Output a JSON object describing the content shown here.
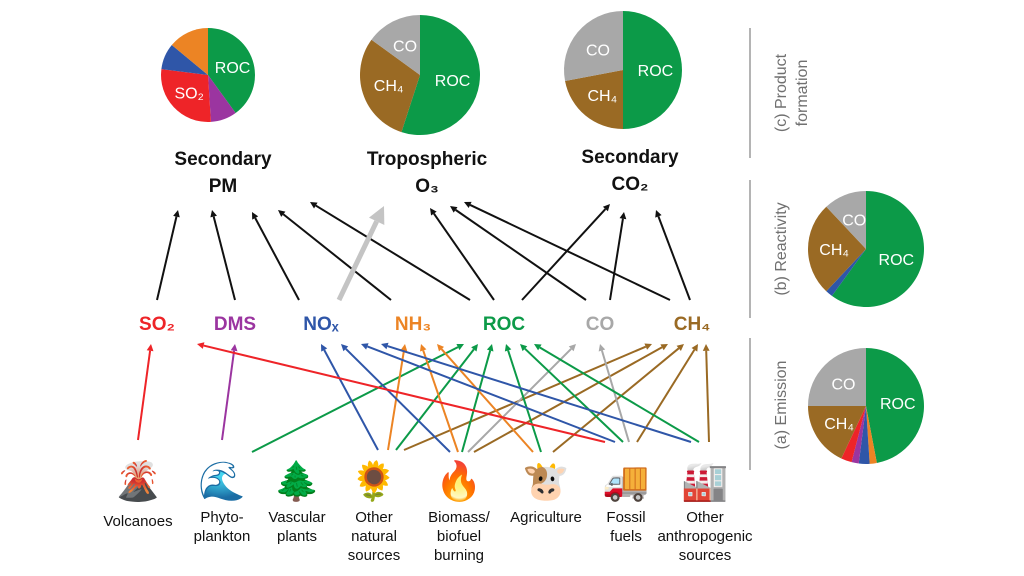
{
  "colors": {
    "roc": "#0c9a48",
    "co": "#a8a8a8",
    "ch4": "#9a6a24",
    "so2": "#ee2428",
    "dms": "#9b35a0",
    "nox": "#2f56a8",
    "nh3": "#ec8424",
    "arrow": "#111111",
    "faded_arrow": "#c4c4c4",
    "divider": "#b4b4b4",
    "panel_label": "#707070"
  },
  "products": [
    {
      "id": "pm",
      "title_line1": "Secondary",
      "title_line2": "PM",
      "pie": {
        "slices": [
          {
            "key": "roc",
            "label": "ROC",
            "value": 40
          },
          {
            "key": "dms",
            "label": "",
            "value": 9
          },
          {
            "key": "so2",
            "label": "SO₂",
            "value": 28
          },
          {
            "key": "nox",
            "label": "",
            "value": 9
          },
          {
            "key": "nh3",
            "label": "",
            "value": 14
          }
        ]
      }
    },
    {
      "id": "o3",
      "title_line1": "Tropospheric",
      "title_line2": "O₃",
      "pie": {
        "slices": [
          {
            "key": "roc",
            "label": "ROC",
            "value": 55
          },
          {
            "key": "ch4",
            "label": "CH₄",
            "value": 30
          },
          {
            "key": "co",
            "label": "CO",
            "value": 15
          }
        ]
      }
    },
    {
      "id": "co2",
      "title_line1": "Secondary",
      "title_line2": "CO₂",
      "pie": {
        "slices": [
          {
            "key": "roc",
            "label": "ROC",
            "value": 50
          },
          {
            "key": "ch4",
            "label": "CH₄",
            "value": 22
          },
          {
            "key": "co",
            "label": "CO",
            "value": 28
          }
        ]
      }
    }
  ],
  "reactivity_pie": {
    "slices": [
      {
        "key": "roc",
        "label": "ROC",
        "value": 60
      },
      {
        "key": "nox",
        "label": "",
        "value": 2
      },
      {
        "key": "ch4",
        "label": "CH₄",
        "value": 26
      },
      {
        "key": "co",
        "label": "CO",
        "value": 12
      }
    ]
  },
  "emission_pie": {
    "slices": [
      {
        "key": "roc",
        "label": "ROC",
        "value": 47
      },
      {
        "key": "nh3",
        "label": "",
        "value": 2
      },
      {
        "key": "nox",
        "label": "",
        "value": 3
      },
      {
        "key": "dms",
        "label": "",
        "value": 2
      },
      {
        "key": "so2",
        "label": "",
        "value": 3
      },
      {
        "key": "ch4",
        "label": "CH₄",
        "value": 18
      },
      {
        "key": "co",
        "label": "CO",
        "value": 25
      }
    ]
  },
  "panel_labels": {
    "c_line1": "(c) Product",
    "c_line2": "formation",
    "b": "(b) Reactivity",
    "a": "(a) Emission"
  },
  "species": [
    {
      "id": "so2",
      "label": "SO₂"
    },
    {
      "id": "dms",
      "label": "DMS"
    },
    {
      "id": "nox",
      "label": "NOₓ"
    },
    {
      "id": "nh3",
      "label": "NH₃"
    },
    {
      "id": "roc",
      "label": "ROC"
    },
    {
      "id": "co",
      "label": "CO"
    },
    {
      "id": "ch4",
      "label": "CH₄"
    }
  ],
  "sources": [
    {
      "id": "volcano",
      "icon": "🌋",
      "icon_name": "volcano-icon",
      "lines": [
        "Volcanoes"
      ]
    },
    {
      "id": "phyto",
      "icon": "🌊",
      "icon_name": "wave-icon",
      "lines": [
        "Phyto-",
        "plankton"
      ]
    },
    {
      "id": "vascular",
      "icon": "🌲",
      "icon_name": "tree-icon",
      "lines": [
        "Vascular",
        "plants"
      ]
    },
    {
      "id": "other-natural",
      "icon": "🌻",
      "icon_name": "sunflower-icon",
      "lines": [
        "Other",
        "natural",
        "sources"
      ]
    },
    {
      "id": "biomass",
      "icon": "🔥",
      "icon_name": "fire-icon",
      "lines": [
        "Biomass/",
        "biofuel",
        "burning"
      ]
    },
    {
      "id": "agriculture",
      "icon": "🐮",
      "icon_name": "cow-icon",
      "lines": [
        "Agriculture"
      ]
    },
    {
      "id": "fossil",
      "icon": "🚚",
      "icon_name": "truck-icon",
      "lines": [
        "Fossil",
        "fuels"
      ]
    },
    {
      "id": "other-anthro",
      "icon": "🏭",
      "icon_name": "factory-icon",
      "lines": [
        "Other",
        "anthropogenic",
        "sources"
      ]
    }
  ],
  "emission_links": [
    {
      "from": "volcano",
      "to": "so2"
    },
    {
      "from": "phyto",
      "to": "dms"
    },
    {
      "from": "vascular",
      "to": "roc"
    },
    {
      "from": "other-natural",
      "to": "nox"
    },
    {
      "from": "other-natural",
      "to": "nh3"
    },
    {
      "from": "other-natural",
      "to": "roc"
    },
    {
      "from": "other-natural",
      "to": "ch4"
    },
    {
      "from": "biomass",
      "to": "nox"
    },
    {
      "from": "biomass",
      "to": "nh3"
    },
    {
      "from": "biomass",
      "to": "roc"
    },
    {
      "from": "biomass",
      "to": "co"
    },
    {
      "from": "biomass",
      "to": "ch4"
    },
    {
      "from": "agriculture",
      "to": "nh3"
    },
    {
      "from": "agriculture",
      "to": "roc"
    },
    {
      "from": "agriculture",
      "to": "ch4"
    },
    {
      "from": "fossil",
      "to": "so2"
    },
    {
      "from": "fossil",
      "to": "nox"
    },
    {
      "from": "fossil",
      "to": "roc"
    },
    {
      "from": "fossil",
      "to": "co"
    },
    {
      "from": "fossil",
      "to": "ch4"
    },
    {
      "from": "other-anthro",
      "to": "nox"
    },
    {
      "from": "other-anthro",
      "to": "roc"
    },
    {
      "from": "other-anthro",
      "to": "ch4"
    }
  ],
  "product_links": [
    {
      "from": "so2",
      "to": "pm"
    },
    {
      "from": "dms",
      "to": "pm"
    },
    {
      "from": "nox",
      "to": "pm"
    },
    {
      "from": "nh3",
      "to": "pm"
    },
    {
      "from": "roc",
      "to": "pm"
    },
    {
      "from": "nox",
      "to": "o3",
      "faded": true
    },
    {
      "from": "roc",
      "to": "o3"
    },
    {
      "from": "co",
      "to": "o3"
    },
    {
      "from": "ch4",
      "to": "o3"
    },
    {
      "from": "roc",
      "to": "co2"
    },
    {
      "from": "co",
      "to": "co2"
    },
    {
      "from": "ch4",
      "to": "co2"
    }
  ]
}
